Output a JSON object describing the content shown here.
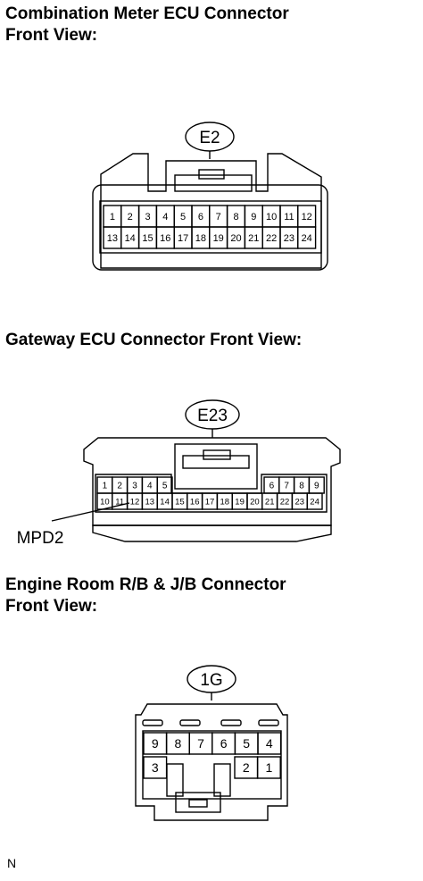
{
  "sections": [
    {
      "title_line1": "Combination Meter ECU Connector",
      "title_line2": "Front View:",
      "connector_code": "E2",
      "row1_pins": [
        "1",
        "2",
        "3",
        "4",
        "5",
        "6",
        "7",
        "8",
        "9",
        "10",
        "11",
        "12"
      ],
      "row2_pins": [
        "13",
        "14",
        "15",
        "16",
        "17",
        "18",
        "19",
        "20",
        "21",
        "22",
        "23",
        "24"
      ]
    },
    {
      "title_line1": "Gateway ECU Connector Front View:",
      "title_line2": "",
      "connector_code": "E23",
      "row1_left_pins": [
        "1",
        "2",
        "3",
        "4",
        "5"
      ],
      "row1_right_pins": [
        "6",
        "7",
        "8",
        "9"
      ],
      "row2_pins": [
        "10",
        "11",
        "12",
        "13",
        "14",
        "15",
        "16",
        "17",
        "18",
        "19",
        "20",
        "21",
        "22",
        "23",
        "24"
      ],
      "callout_label": "MPD2"
    },
    {
      "title_line1": "Engine Room R/B & J/B Connector",
      "title_line2": "Front View:",
      "connector_code": "1G",
      "row1_pins": [
        "9",
        "8",
        "7",
        "6",
        "5",
        "4"
      ],
      "row2_left_pins": [
        "3"
      ],
      "row2_right_pins": [
        "2",
        "1"
      ]
    }
  ],
  "figure_code": "N"
}
